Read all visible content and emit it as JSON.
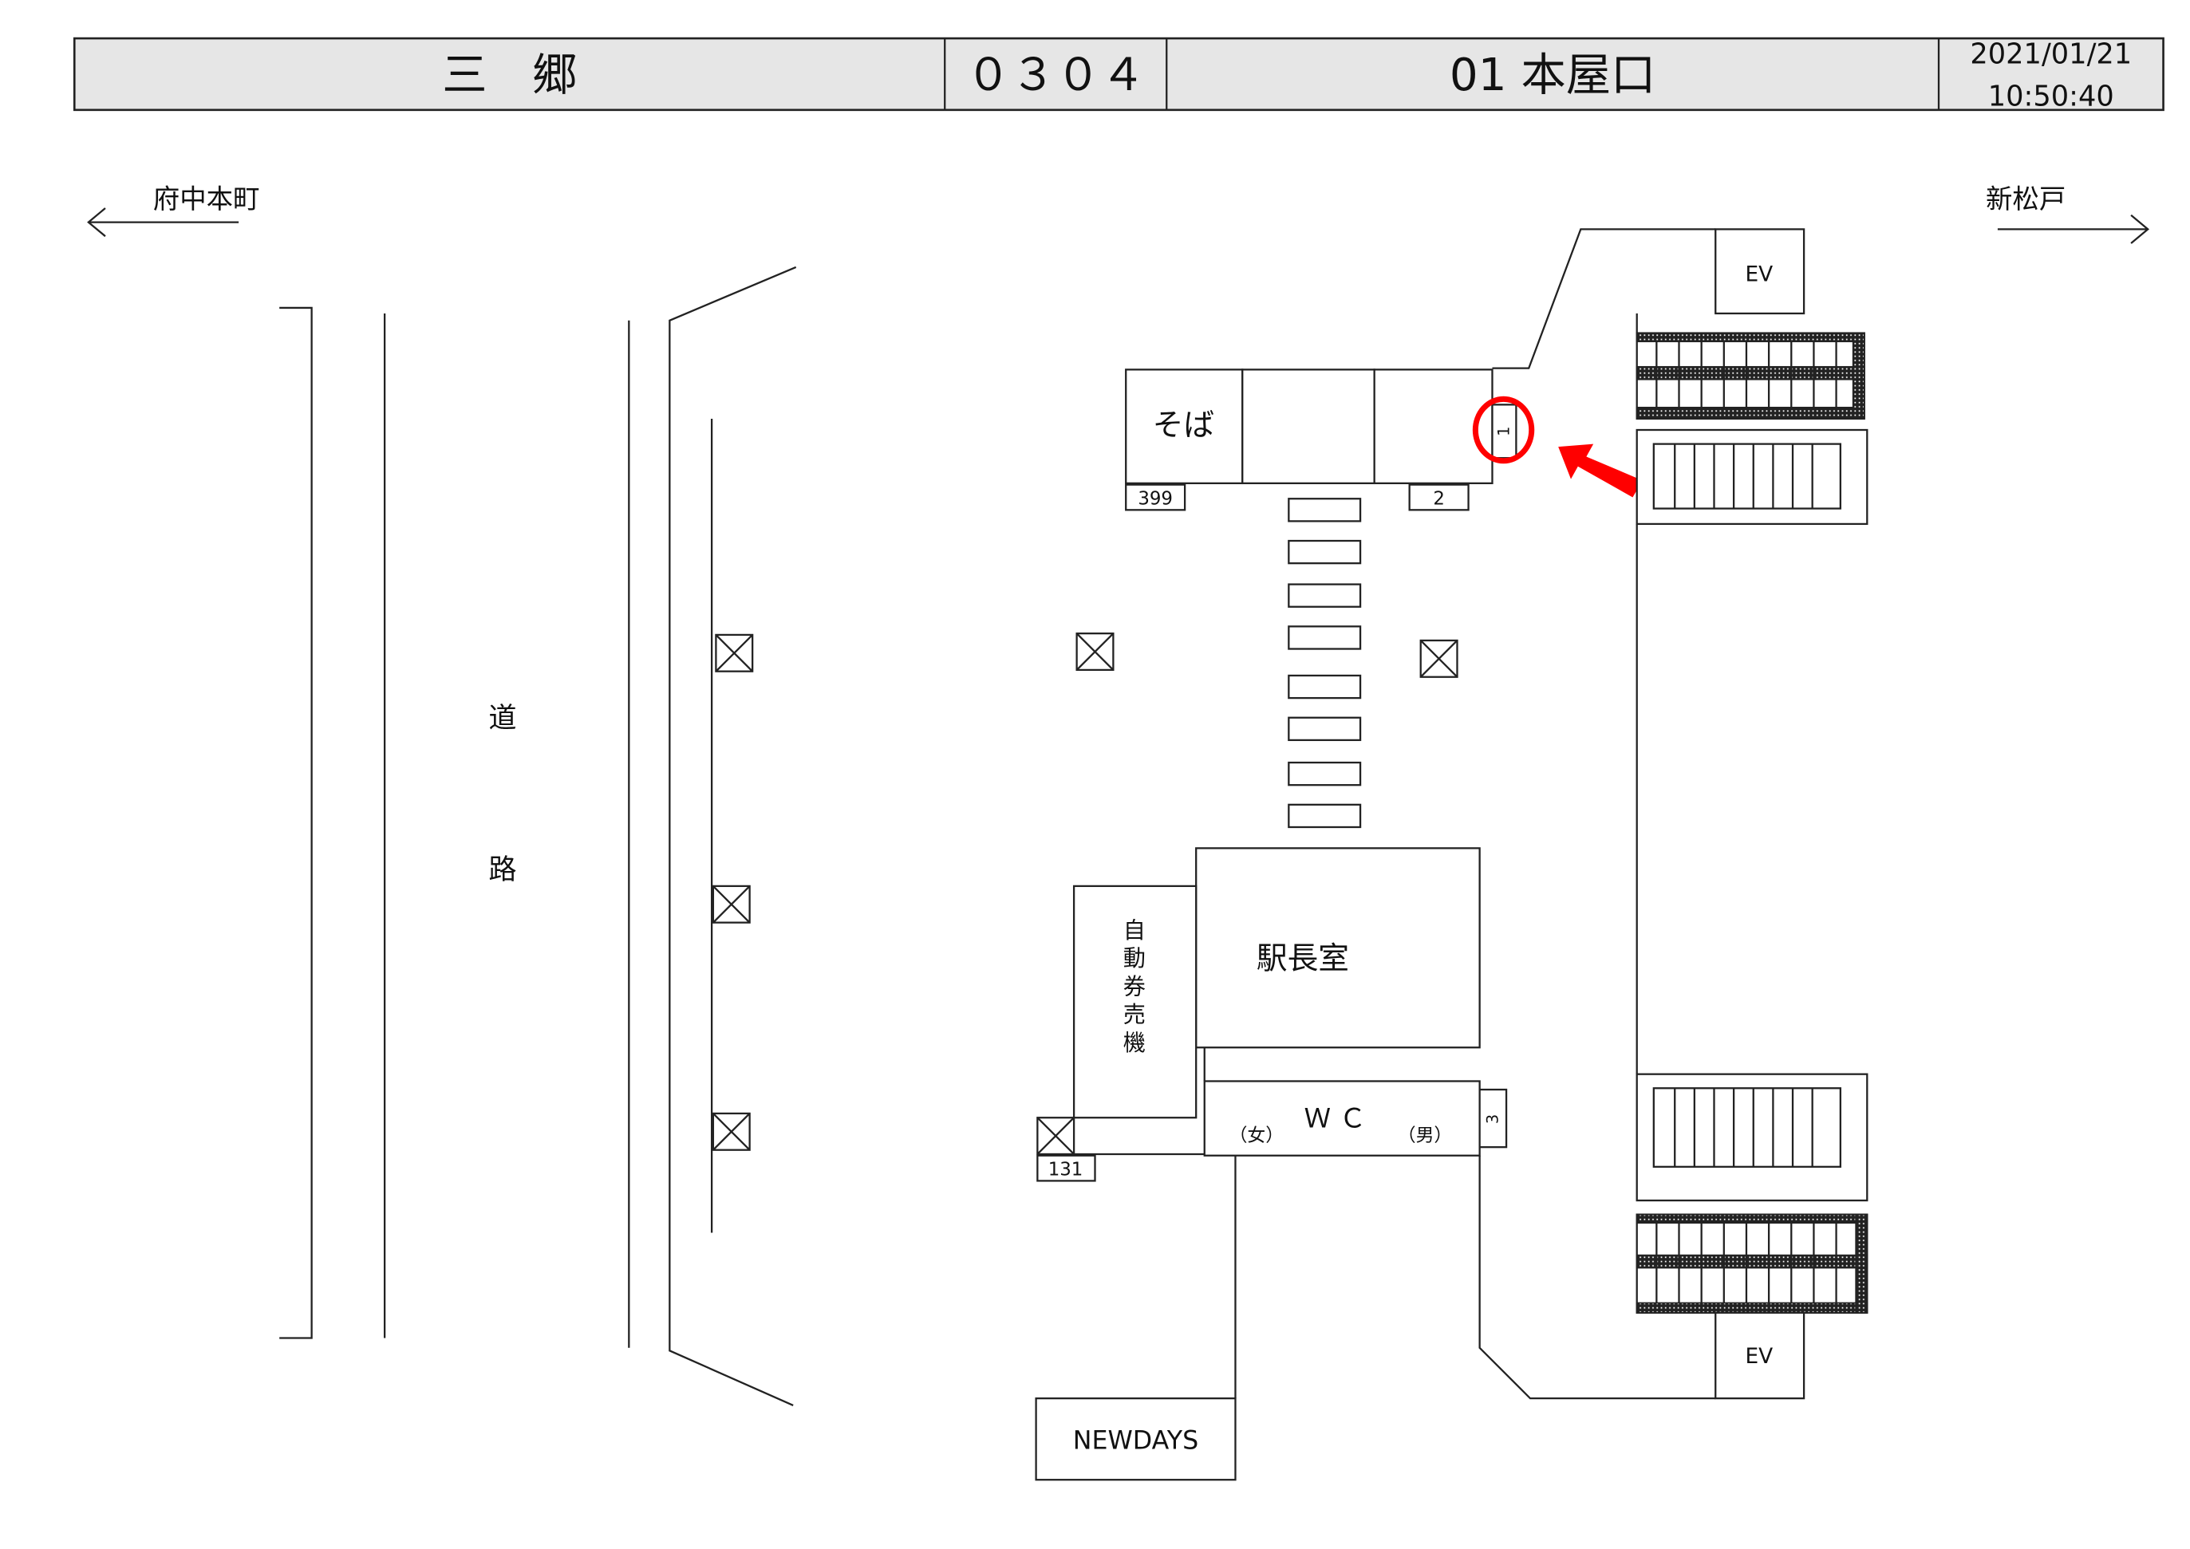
{
  "header": {
    "station_name": "三　郷",
    "station_code": "０３０４",
    "exit_name": "01 本屋口",
    "date": "2021/01/21",
    "time": "10:50:40"
  },
  "directions": {
    "left": "府中本町",
    "right": "新松戸"
  },
  "road": {
    "char1": "道",
    "char2": "路"
  },
  "rooms": {
    "soba": "そば",
    "station_master": "駅長室",
    "ticket_machine_chars": [
      "自",
      "動",
      "券",
      "売",
      "機"
    ],
    "wc": "Ｗ Ｃ",
    "wc_women": "（女）",
    "wc_men": "（男）",
    "newdays": "NEWDAYS",
    "ev_top": "EV",
    "ev_bottom": "EV"
  },
  "labels": {
    "soba_num": "399",
    "gate_2": "2",
    "gate_1": "1",
    "gate_3": "3",
    "num_131": "131"
  },
  "colors": {
    "highlight": "#ff0000",
    "header_bg": "#e6e6e6"
  }
}
